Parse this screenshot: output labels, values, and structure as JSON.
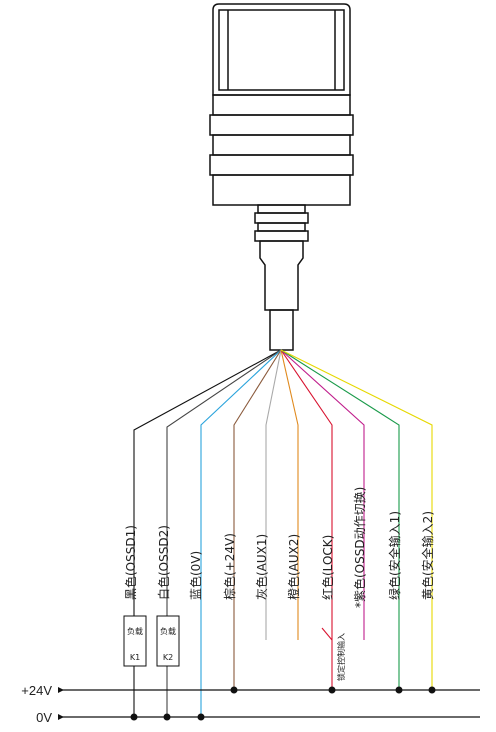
{
  "wires": [
    {
      "id": "black",
      "label": "黑色(OSSD1)",
      "color": "#111111"
    },
    {
      "id": "white",
      "label": "白色(OSSD2)",
      "color": "#444444"
    },
    {
      "id": "blue",
      "label": "蓝色(0V)",
      "color": "#2ba4dc"
    },
    {
      "id": "brown",
      "label": "棕色(+24V)",
      "color": "#8a5a3c"
    },
    {
      "id": "gray",
      "label": "灰色(AUX1)",
      "color": "#aaaaaa"
    },
    {
      "id": "orange",
      "label": "橙色(AUX2)",
      "color": "#e08a1e"
    },
    {
      "id": "red",
      "label": "红色(LOCK)",
      "color": "#d8122f"
    },
    {
      "id": "purple",
      "label": "*紫色(OSSD动作切换)",
      "color": "#c01e8c"
    },
    {
      "id": "green",
      "label": "绿色(安全输入1)",
      "color": "#1a9a4a"
    },
    {
      "id": "yellow",
      "label": "黄色(安全输入2)",
      "color": "#e6d800"
    }
  ],
  "loads": [
    {
      "label": "负载",
      "id": "K1"
    },
    {
      "label": "负载",
      "id": "K2"
    }
  ],
  "lock_note": "锁定控制输入",
  "rails": {
    "plus": "+24V",
    "zero": "0V"
  }
}
